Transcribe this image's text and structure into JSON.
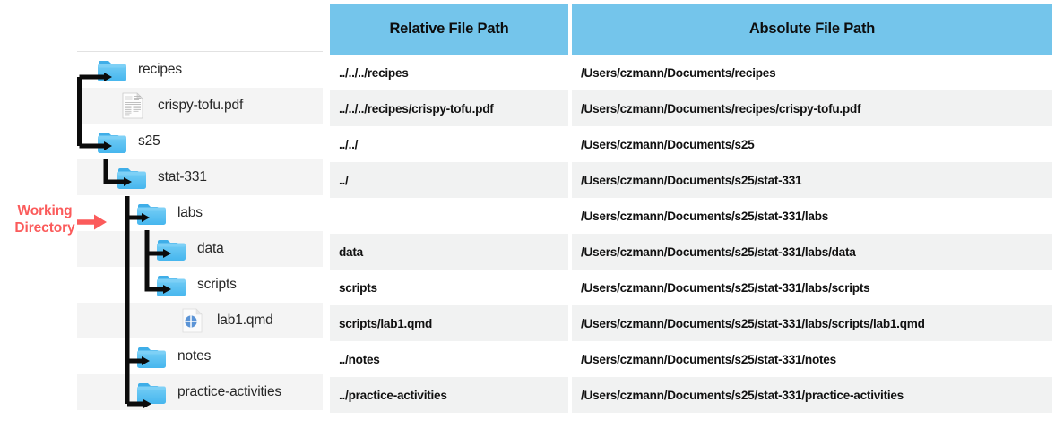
{
  "annotation": {
    "line1": "Working",
    "line2": "Directory",
    "arrow_icon": "right-arrow-icon",
    "color": "#FB5B5B"
  },
  "colors": {
    "header_blue": "#74C5EB",
    "folder_blue": "#5BC0F0",
    "row_alt": "#f1f2f2",
    "accent_red": "#FB5B5B"
  },
  "table": {
    "headers": {
      "relative": "Relative File Path",
      "absolute": "Absolute File Path"
    },
    "rows": [
      {
        "name": "recipes",
        "icon": "folder-icon",
        "depth": 0,
        "shaded": false,
        "relative": "../../../recipes",
        "absolute": "/Users/czmann/Documents/recipes"
      },
      {
        "name": "crispy-tofu.pdf",
        "icon": "pdf-document-icon",
        "depth": 1,
        "shaded": true,
        "relative": "../../../recipes/crispy-tofu.pdf",
        "absolute": "/Users/czmann/Documents/recipes/crispy-tofu.pdf"
      },
      {
        "name": "s25",
        "icon": "folder-icon",
        "depth": 0,
        "shaded": false,
        "relative": "../../",
        "absolute": "/Users/czmann/Documents/s25"
      },
      {
        "name": "stat-331",
        "icon": "folder-icon",
        "depth": 1,
        "shaded": true,
        "relative": "../",
        "absolute": "/Users/czmann/Documents/s25/stat-331"
      },
      {
        "name": "labs",
        "icon": "folder-icon",
        "depth": 2,
        "shaded": false,
        "relative": "",
        "absolute": "/Users/czmann/Documents/s25/stat-331/labs"
      },
      {
        "name": "data",
        "icon": "folder-icon",
        "depth": 3,
        "shaded": true,
        "relative": "data",
        "absolute": "/Users/czmann/Documents/s25/stat-331/labs/data"
      },
      {
        "name": "scripts",
        "icon": "folder-icon",
        "depth": 3,
        "shaded": false,
        "relative": "scripts",
        "absolute": "/Users/czmann/Documents/s25/stat-331/labs/scripts"
      },
      {
        "name": "lab1.qmd",
        "icon": "quarto-document-icon",
        "depth": 4,
        "shaded": true,
        "relative": "scripts/lab1.qmd",
        "absolute": "/Users/czmann/Documents/s25/stat-331/labs/scripts/lab1.qmd"
      },
      {
        "name": "notes",
        "icon": "folder-icon",
        "depth": 2,
        "shaded": false,
        "relative": "../notes",
        "absolute": "/Users/czmann/Documents/s25/stat-331/notes"
      },
      {
        "name": "practice-activities",
        "icon": "folder-icon",
        "depth": 2,
        "shaded": true,
        "relative": "../practice-activities",
        "absolute": "/Users/czmann/Documents/s25/stat-331/practice-activities"
      }
    ]
  }
}
